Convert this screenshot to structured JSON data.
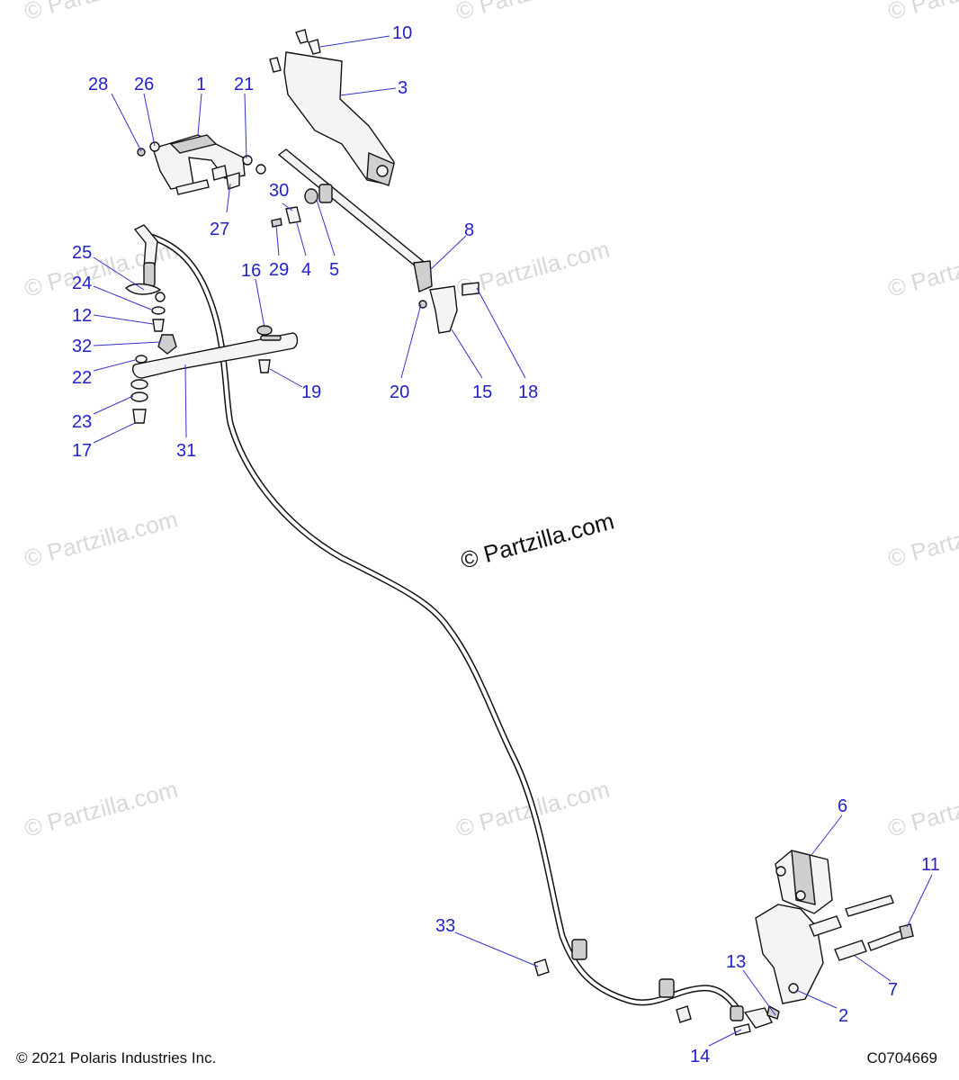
{
  "watermark": "© Partzilla.com",
  "callouts": [
    "1",
    "2",
    "3",
    "4",
    "5",
    "6",
    "7",
    "8",
    "10",
    "11",
    "12",
    "13",
    "14",
    "15",
    "16",
    "17",
    "18",
    "19",
    "20",
    "21",
    "22",
    "23",
    "24",
    "25",
    "26",
    "27",
    "28",
    "29",
    "30",
    "31",
    "32",
    "33"
  ],
  "footer": {
    "copyright": "© 2021 Polaris Industries Inc.",
    "diagram_code": "C0704669"
  }
}
